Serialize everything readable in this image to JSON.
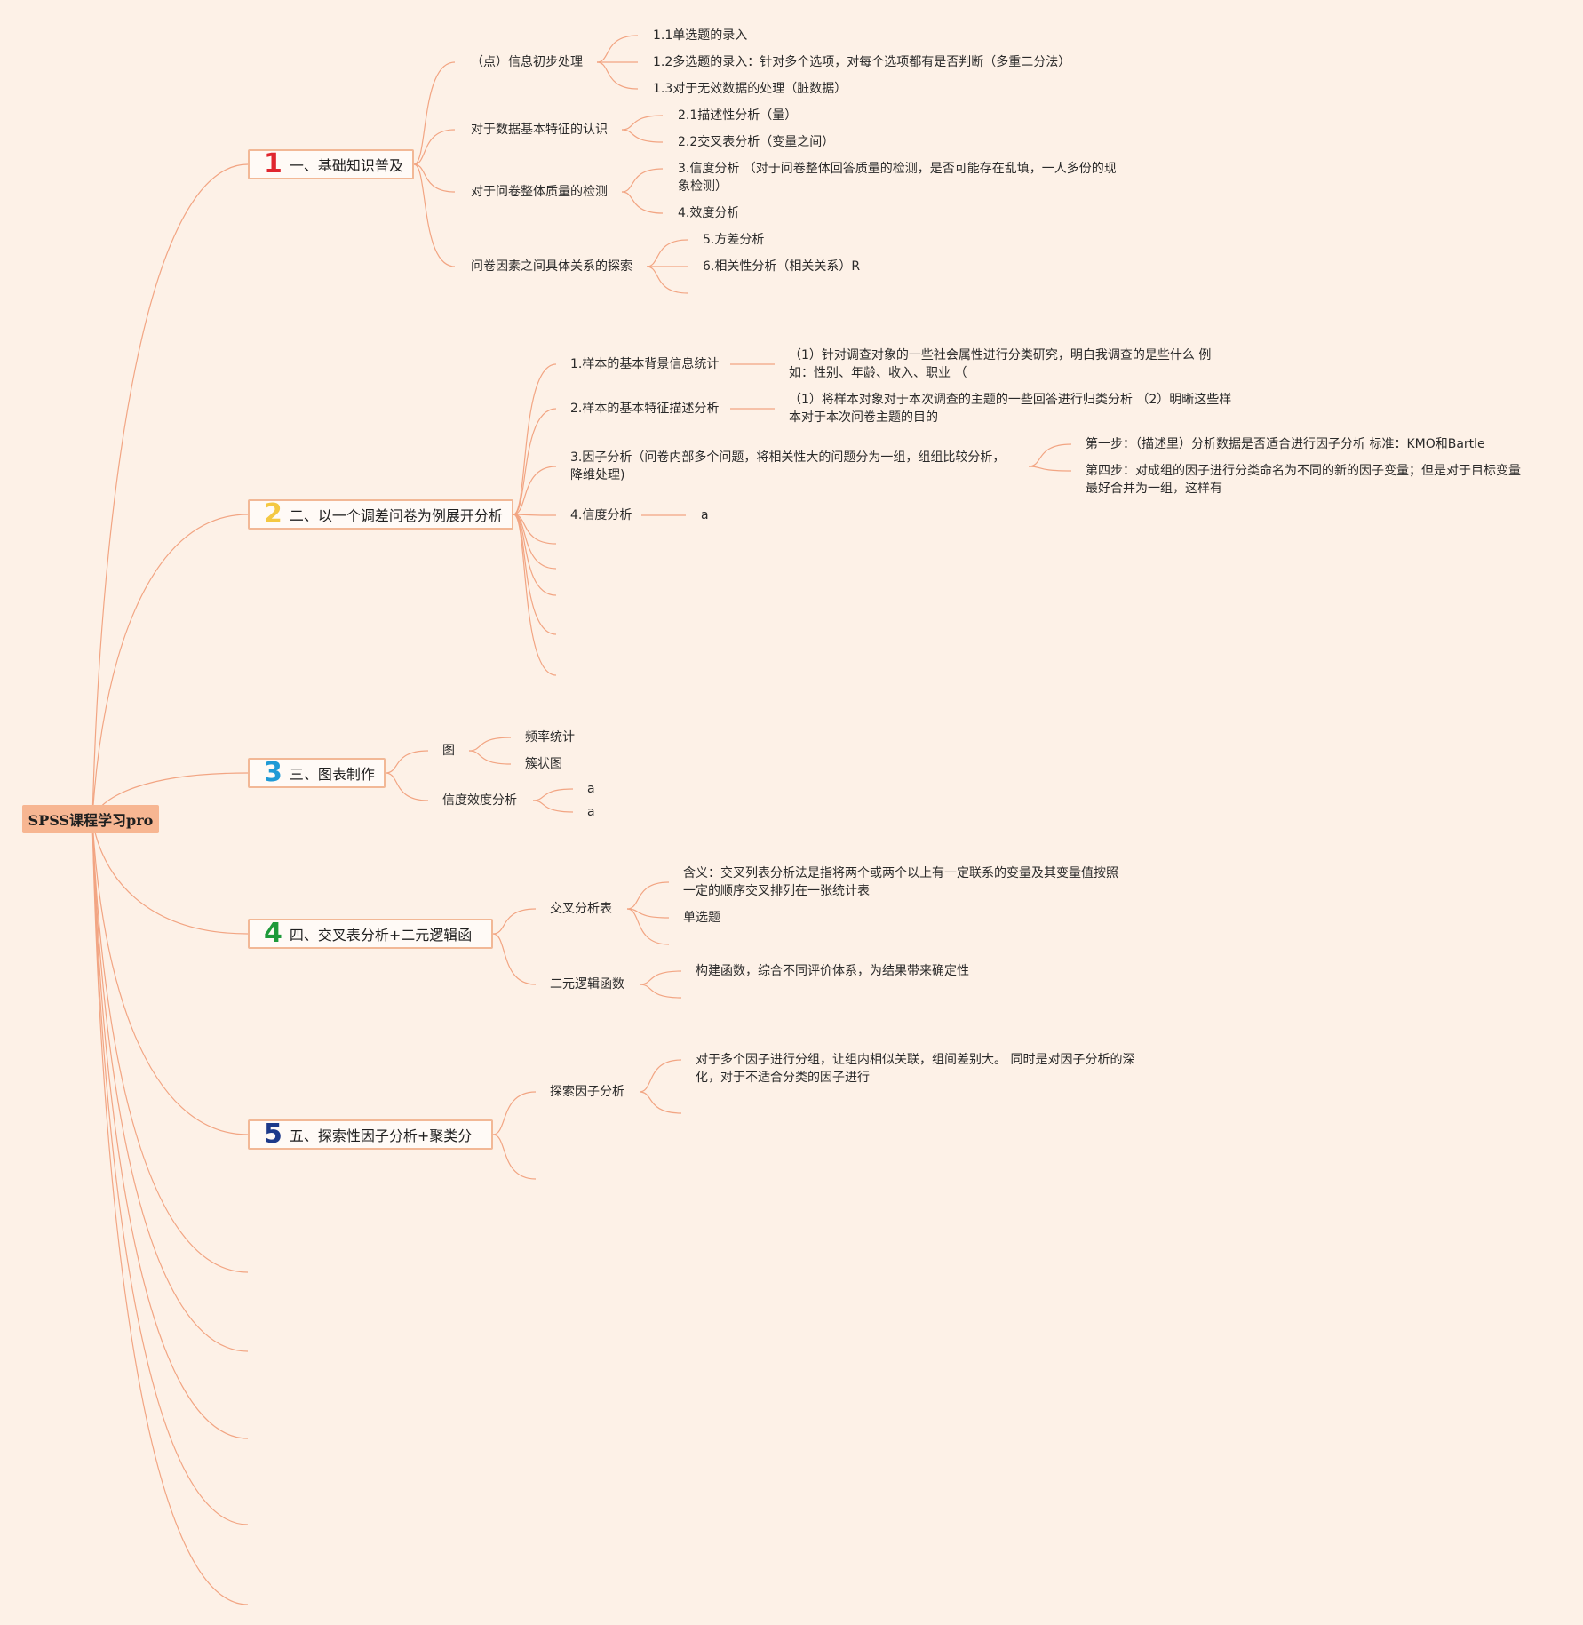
{
  "root": {
    "label": "SPSS课程学习pro"
  },
  "branches": [
    {
      "num": "1",
      "num_color": "#e0262f",
      "label": "一、基础知识普及",
      "children": [
        {
          "label": "（点）信息初步处理",
          "children": [
            "1.1单选题的录入",
            "1.2多选题的录入：针对多个选项，对每个选项都有是否判断（多重二分法）",
            "1.3对于无效数据的处理（脏数据）"
          ]
        },
        {
          "label": "对于数据基本特征的认识",
          "children": [
            "2.1描述性分析（量）",
            "2.2交叉表分析（变量之间）"
          ]
        },
        {
          "label": "对于问卷整体质量的检测",
          "children": [
            "3.信度分析 （对于问卷整体回答质量的检测，是否可能存在乱填，一人多份的现象检测）",
            "4.效度分析"
          ]
        },
        {
          "label": "问卷因素之间具体关系的探索",
          "children": [
            "5.方差分析",
            "6.相关性分析（相关关系）R"
          ]
        }
      ]
    },
    {
      "num": "2",
      "num_color": "#f4c842",
      "label": "二、以一个调差问卷为例展开分析",
      "children": [
        {
          "label": "1.样本的基本背景信息统计",
          "children": [
            "（1）针对调查对象的一些社会属性进行分类研究，明白我调查的是些什么 例如：性别、年龄、收入、职业 （"
          ]
        },
        {
          "label": "2.样本的基本特征描述分析",
          "children": [
            "（1）将样本对象对于本次调查的主题的一些回答进行归类分析 （2）明晰这些样本对于本次问卷主题的目的"
          ]
        },
        {
          "label": "3.因子分析（问卷内部多个问题，将相关性大的问题分为一组，组组比较分析，降维处理)",
          "children": [
            "第一步：（描述里）分析数据是否适合进行因子分析 标准：KMO和Bartle",
            "第四步：对成组的因子进行分类命名为不同的新的因子变量；但是对于目标变量最好合并为一组，这样有"
          ]
        },
        {
          "label": "4.信度分析",
          "children": [
            "a"
          ]
        }
      ]
    },
    {
      "num": "3",
      "num_color": "#1f9ad6",
      "label": "三、图表制作",
      "children": [
        {
          "label": "图",
          "children": [
            "频率统计",
            "簇状图"
          ]
        },
        {
          "label": "信度效度分析",
          "children": [
            "a",
            "a"
          ]
        }
      ]
    },
    {
      "num": "4",
      "num_color": "#1e9a3a",
      "label": "四、交叉表分析+二元逻辑函",
      "children": [
        {
          "label": "交叉分析表",
          "children": [
            "含义：交叉列表分析法是指将两个或两个以上有一定联系的变量及其变量值按照一定的顺序交叉排列在一张统计表",
            "单选题"
          ]
        },
        {
          "label": "二元逻辑函数",
          "children": [
            "构建函数，综合不同评价体系，为结果带来确定性"
          ]
        }
      ]
    },
    {
      "num": "5",
      "num_color": "#1d3a8a",
      "label": "五、探索性因子分析+聚类分",
      "children": [
        {
          "label": "探索因子分析",
          "children": [
            "对于多个因子进行分组，让组内相似关联，组间差别大。 同时是对因子分析的深化，对于不适合分类的因子进行"
          ]
        }
      ]
    }
  ],
  "colors": {
    "background": "#fdf1e7",
    "line": "#f2a583",
    "root_fill": "#f7b692",
    "node_border": "#f2b896"
  }
}
